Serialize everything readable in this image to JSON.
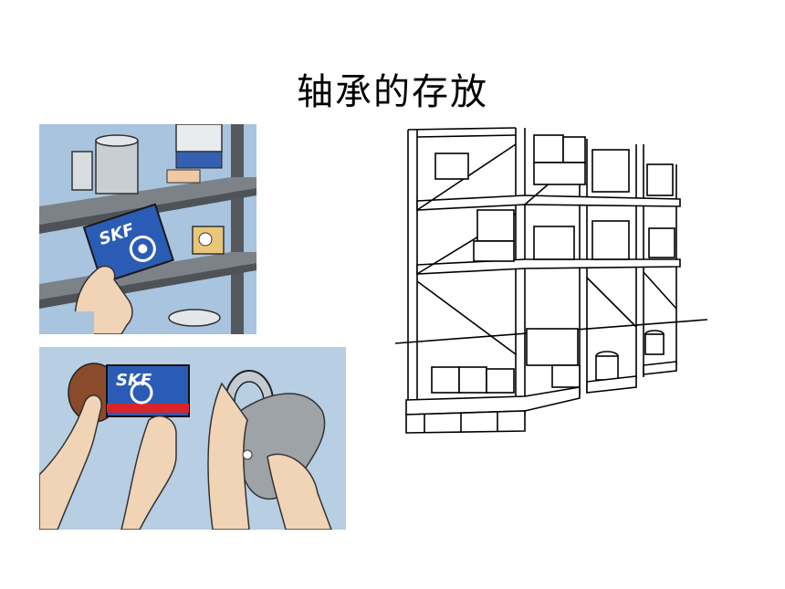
{
  "slide": {
    "title": "轴承的存放"
  },
  "illustrations": {
    "shelf": {
      "brand_text": "SKF",
      "colors": {
        "background": "#a9c4de",
        "box": "#2b5cb5",
        "shelf": "#7d8288"
      }
    },
    "unpack": {
      "brand_text": "SKF",
      "colors": {
        "background": "#b7cee3",
        "box": "#2b5cb5",
        "stripe": "#d8242b",
        "cloth": "#9ea3a7"
      }
    },
    "rack": {
      "colors": {
        "line": "#000000",
        "fill": "#ffffff"
      }
    }
  }
}
